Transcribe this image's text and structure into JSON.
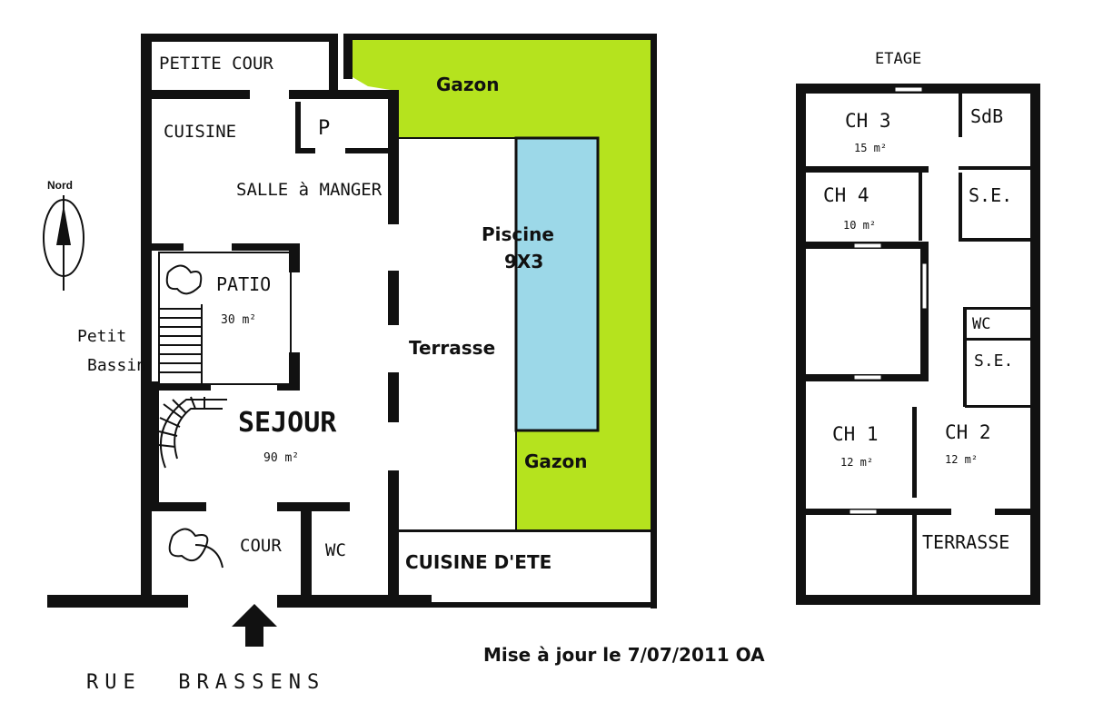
{
  "ground_floor": {
    "rooms": {
      "petite_cour": "PETITE COUR",
      "cuisine": "CUISINE",
      "pantry": "P",
      "salle_a_manger": "SALLE à MANGER",
      "patio": "PATIO",
      "patio_area": "30 m²",
      "sejour": "SEJOUR",
      "sejour_area": "90 m²",
      "cour": "COUR",
      "wc": "WC",
      "terrasse": "Terrasse",
      "gazon_top": "Gazon",
      "gazon_bottom": "Gazon",
      "piscine_line1": "Piscine",
      "piscine_line2": "9X3",
      "cuisine_ete": "CUISINE D'ETE"
    },
    "north_label": "Nord",
    "petit_bassin_line1": "Petit",
    "petit_bassin_line2": "Bassin",
    "street": "RUE  BRASSENS"
  },
  "upper_floor": {
    "title": "ETAGE",
    "rooms": {
      "ch3": "CH 3",
      "ch3_area": "15 m²",
      "sdb": "SdB",
      "ch4": "CH 4",
      "ch4_area": "10 m²",
      "se_top": "S.E.",
      "wc": "WC",
      "se_bottom": "S.E.",
      "ch1": "CH 1",
      "ch1_area": "12 m²",
      "ch2": "CH 2",
      "ch2_area": "12 m²",
      "terrasse": "TERRASSE"
    }
  },
  "update_note": "Mise à jour le 7/07/2011 OA",
  "colors": {
    "lawn": "#b5e31e",
    "pool": "#9cd8e8",
    "wall": "#111111"
  }
}
